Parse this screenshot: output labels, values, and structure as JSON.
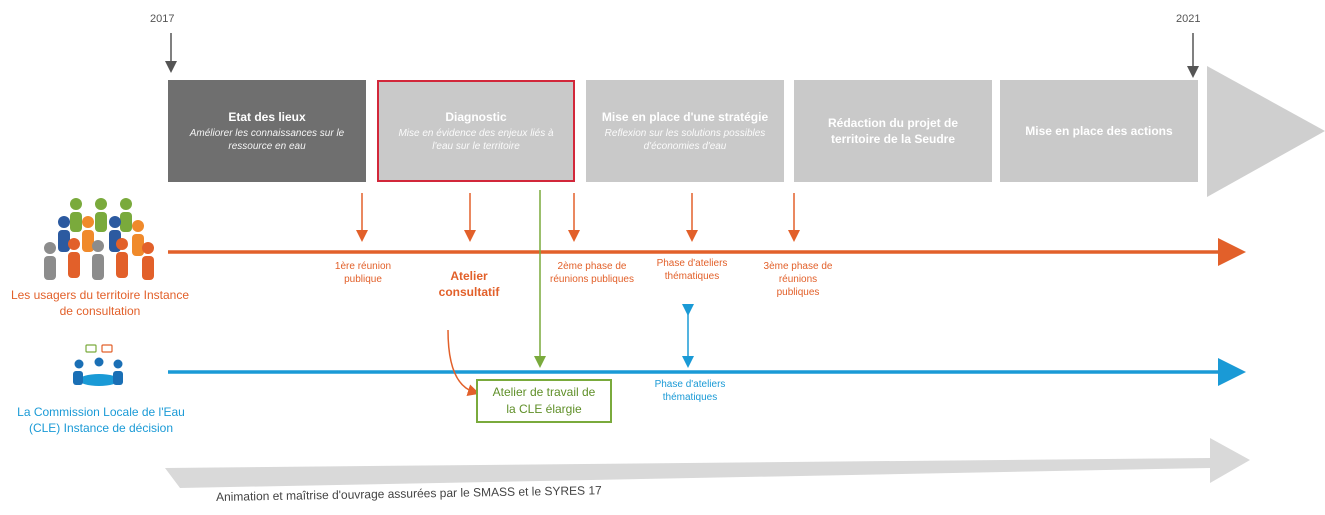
{
  "timeline": {
    "start_year": "2017",
    "end_year": "2021"
  },
  "phases": [
    {
      "title": "Etat des lieux",
      "subtitle": "Améliorer les connaissances sur le ressource en eau",
      "highlighted": false
    },
    {
      "title": "Diagnostic",
      "subtitle": "Mise en évidence des enjeux liés à l'eau sur le territoire",
      "highlighted": true
    },
    {
      "title": "Mise en place d'une stratégie",
      "subtitle": "Reflexion sur les solutions possibles d'économies d'eau",
      "highlighted": false
    },
    {
      "title": "Rédaction du projet de territoire de la Seudre",
      "subtitle": "",
      "highlighted": false
    },
    {
      "title": "Mise en place des actions",
      "subtitle": "",
      "highlighted": false
    }
  ],
  "usagers": {
    "label": "Les usagers du territoire Instance de consultation",
    "color": "#e2602a",
    "events": [
      "1ère réunion publique",
      "Atelier consultatif",
      "2ème phase de réunions publiques",
      "Phase d'ateliers thématiques",
      "3ème phase de réunions publiques"
    ]
  },
  "cle": {
    "label": "La Commission Locale de l'Eau (CLE) Instance de décision",
    "color": "#1a9ad6",
    "events": [
      "Atelier de travail de la CLE élargie",
      "Phase d'ateliers thématiques"
    ]
  },
  "footer": {
    "text": "Animation et maîtrise d'ouvrage assurées par le SMASS et le SYRES 17"
  },
  "colors": {
    "phase_dark": "#6f6f6f",
    "phase_light": "#c9c9c9",
    "highlight_border": "#d2273a",
    "green": "#7aaa3c"
  }
}
